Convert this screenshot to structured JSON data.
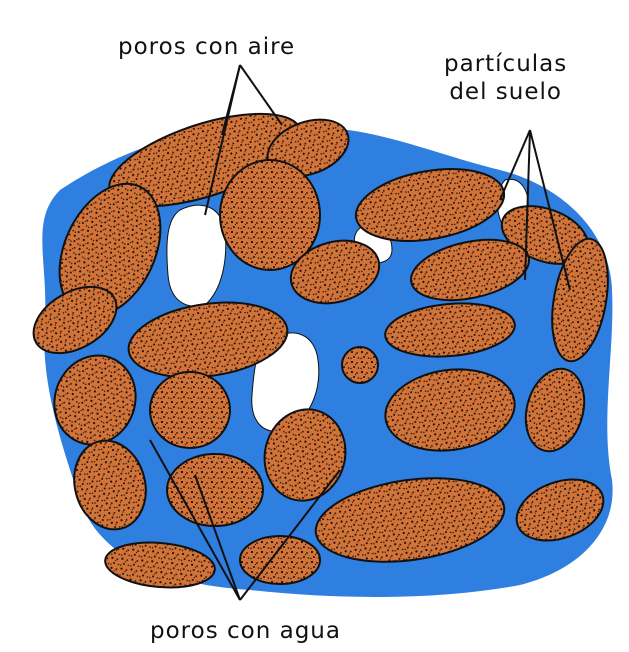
{
  "labels": {
    "air_pores": "poros con aire",
    "soil_particles_line1": "partículas",
    "soil_particles_line2": "del suelo",
    "water_pores": "poros con agua"
  },
  "colors": {
    "background": "#ffffff",
    "water": "#2f7fe0",
    "particle": "#d2743a",
    "speckle": "#1a0f08",
    "air": "#ffffff",
    "outline": "#111111"
  },
  "icons": {
    "particle": "soil-particle-icon",
    "water": "water-film-icon",
    "air": "air-pocket-icon"
  }
}
